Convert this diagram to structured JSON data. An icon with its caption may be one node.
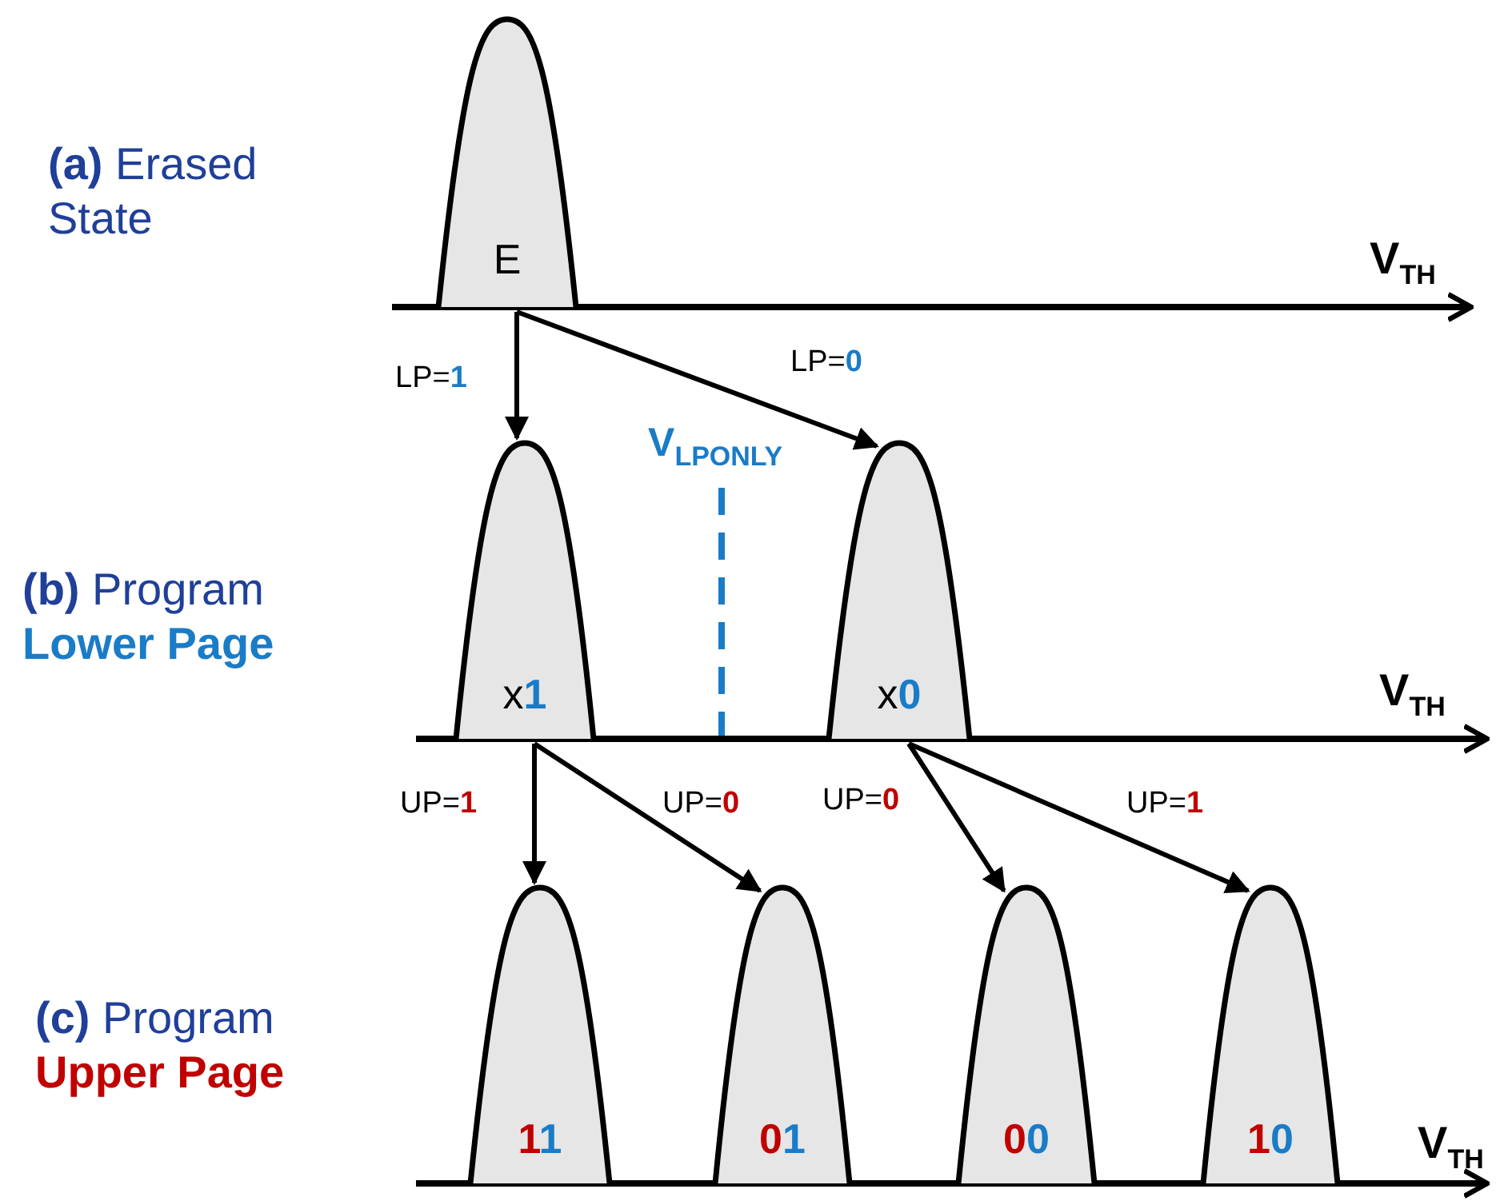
{
  "diagram": {
    "nodes": [
      {
        "text": [
          "E"
        ]
      },
      {
        "text": [
          "x1"
        ]
      },
      {
        "text": [
          "x0"
        ]
      },
      {
        "text": [
          "11"
        ]
      },
      {
        "text": [
          "01"
        ]
      },
      {
        "text": [
          "00"
        ]
      },
      {
        "text": [
          "10"
        ]
      }
    ],
    "edges": [
      {
        "from": 0,
        "to": 1,
        "arrow": "to",
        "label": "LP=1"
      },
      {
        "from": 0,
        "to": 2,
        "arrow": "to",
        "label": "LP=0"
      },
      {
        "from": 1,
        "to": 3,
        "arrow": "to",
        "label": "UP=1"
      },
      {
        "from": 1,
        "to": 4,
        "arrow": "to",
        "label": "UP=0"
      },
      {
        "from": 2,
        "to": 5,
        "arrow": "to",
        "label": "UP=0"
      },
      {
        "from": 2,
        "to": 6,
        "arrow": "to",
        "label": "UP=1"
      }
    ],
    "labels": [
      "**(a)** Erased State",
      "V$_{TH}$",
      "V$_{LPONLY}$",
      "**(b)** Program **Lower Page**",
      "V$_{TH}$",
      "**(c)** Program **Upper Page**",
      "V$_{TH}$"
    ]
  }
}
